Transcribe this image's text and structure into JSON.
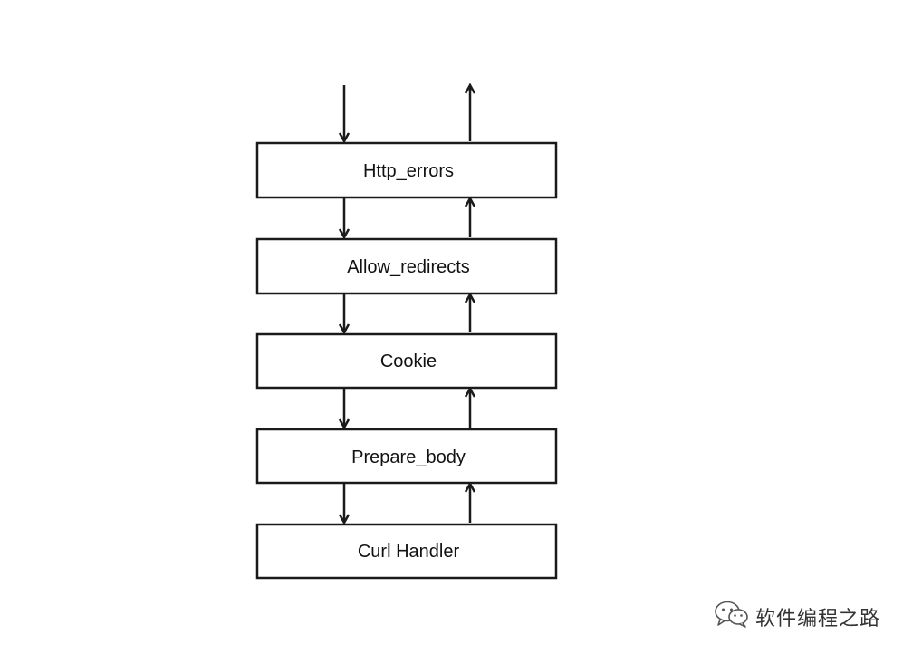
{
  "diagram": {
    "layers": [
      {
        "label": "Http_errors"
      },
      {
        "label": "Allow_redirects"
      },
      {
        "label": "Cookie"
      },
      {
        "label": "Prepare_body"
      },
      {
        "label": "Curl Handler"
      }
    ]
  },
  "watermark": {
    "text": "软件编程之路",
    "icon": "wechat-icon"
  }
}
